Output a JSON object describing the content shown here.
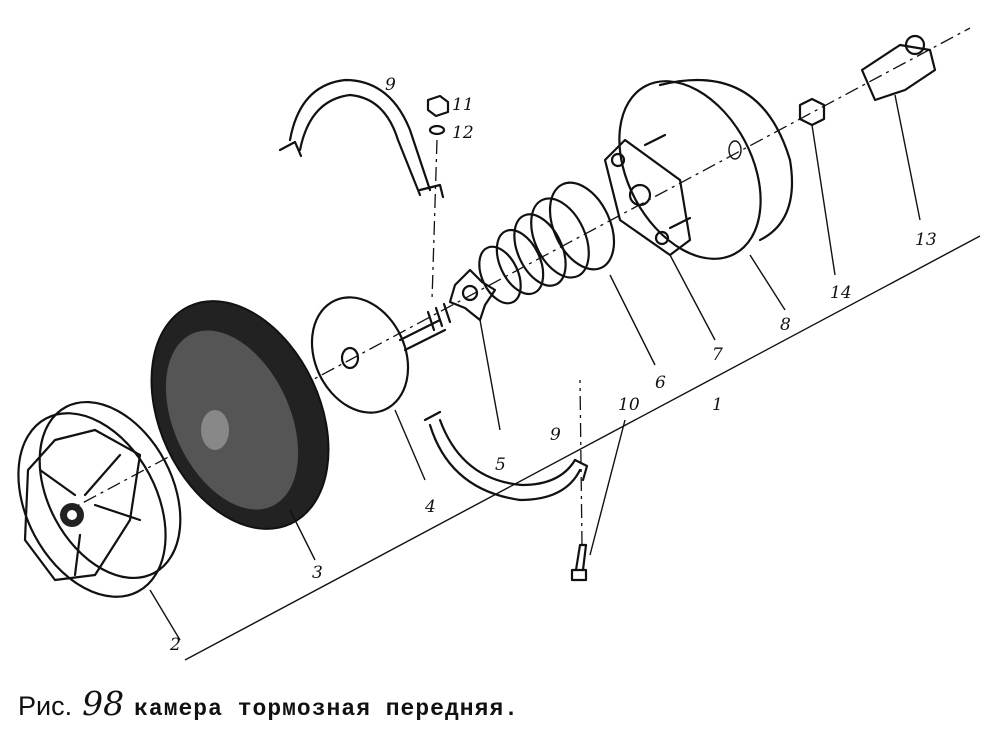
{
  "caption": {
    "prefix": "Рис.",
    "number": "98",
    "text": "камера тормозная передняя."
  },
  "callouts": {
    "c1": "1",
    "c2": "2",
    "c3": "3",
    "c4": "4",
    "c5": "5",
    "c6": "6",
    "c7": "7",
    "c8": "8",
    "c9a": "9",
    "c9b": "9",
    "c10": "10",
    "c11": "11",
    "c12": "12",
    "c13": "13",
    "c14": "14"
  },
  "colors": {
    "ink": "#111111",
    "paper": "#ffffff"
  }
}
